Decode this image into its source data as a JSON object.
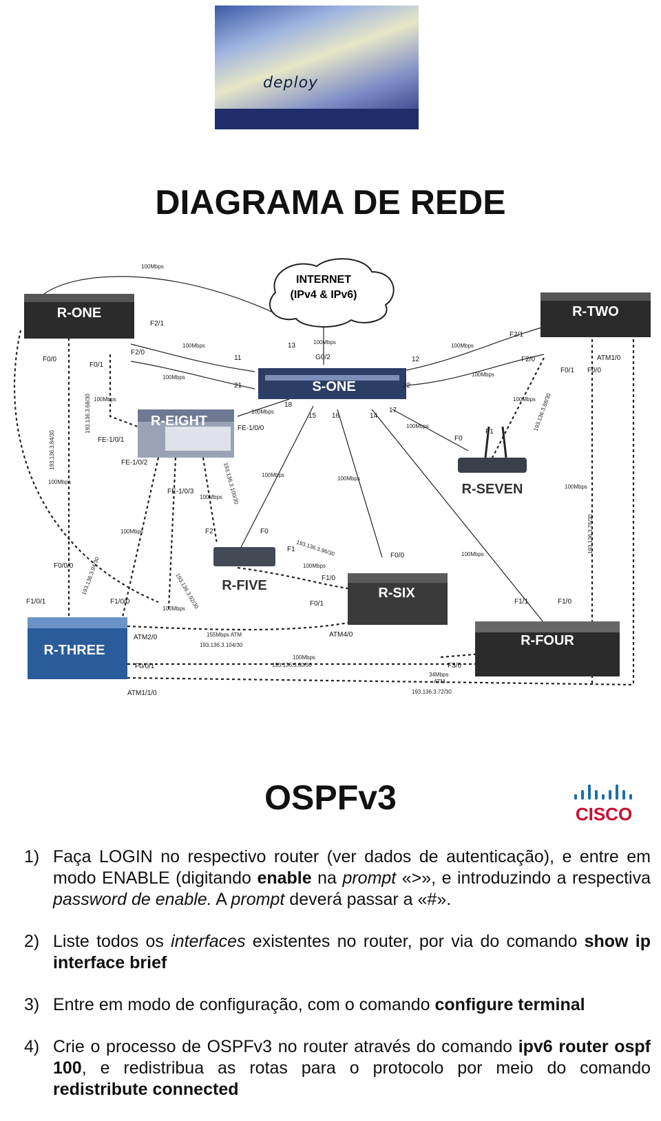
{
  "header": {
    "logo_text": "deploy"
  },
  "page_title": "DIAGRAMA DE REDE",
  "diagram": {
    "cloud": {
      "line1": "INTERNET",
      "line2": "(IPv4 & IPv6)"
    },
    "routers": {
      "r_one": "R-ONE",
      "r_two": "R-TWO",
      "r_three": "R-THREE",
      "r_four": "R-FOUR",
      "r_five": "R-FIVE",
      "r_six": "R-SIX",
      "r_seven": "R-SEVEN",
      "r_eight": "R-EIGHT",
      "s_one": "S-ONE"
    },
    "labels": {
      "l_100_top": "100Mbps",
      "f2_1_a": "F2/1",
      "f2_0_a": "F2/0",
      "l_100_a": "100Mbps",
      "p11": "11",
      "l_100_b": "100Mbps",
      "p21": "21",
      "p13": "13",
      "l_100_c": "100Mbps",
      "g0_2": "G0/2",
      "p12": "12",
      "p22": "22",
      "l_100_d": "100Mbps",
      "l_100_e": "100Mbps",
      "f2_1_b": "F2/1",
      "f2_0_b": "F2/0",
      "atm1_0": "ATM1/0",
      "f0_1_b": "F0/1",
      "f0_0_b": "F0/0",
      "f0_0_a": "F0/0",
      "f0_1_a": "F0/1",
      "net_68": "193.136.3.68/30",
      "net_84": "193.136.3.84/30",
      "l_100_f": "100Mbps",
      "fe_101": "FE-1/0/1",
      "p18": "18",
      "l_100_g": "100Mbps",
      "fe_100": "FE-1/0/0",
      "p15": "15",
      "p16": "16",
      "p14": "14",
      "p17": "17",
      "l_100_h": "100Mbps",
      "f0_r7": "F0",
      "f1_r7": "F1",
      "l_100_i": "100Mbps",
      "net_88": "193.136.3.88/30",
      "fe_102": "FE-1/0/2",
      "l_100_j": "100Mbps",
      "fe_103": "FE-1/0/3",
      "l_100_k": "100Mbps",
      "net_100": "193.136.3.100/30",
      "l_100_l": "100Mbps",
      "l_100_m": "100Mbps",
      "l_100_n": "100Mbps",
      "l_100_o": "100Mbps",
      "net_76": "193.136.3.76/30",
      "net_94": "193.136.3.94/30",
      "f2_r5": "F2",
      "f0_r5": "F0",
      "f1_r5": "F1",
      "net_96": "193.136.3.96/30",
      "l_100_p": "100Mbps",
      "f0_0_r6": "F0/0",
      "l_100_q": "100Mbps",
      "f0_0_0": "F0/0/0",
      "net_92": "193.136.3.92/30",
      "f1_0_r6": "F1/0",
      "f0_1_r6": "F0/1",
      "f1_0_1": "F1/0/1",
      "f1_0_0": "F1/0/0",
      "l_100_r": "100Mbps",
      "f1_1_r4": "F1/1",
      "f1_0_r4": "F1/0",
      "l_155": "155Mbps ATM",
      "atm2_0": "ATM2/0",
      "net_104": "193.136.3.104/30",
      "atm4_0": "ATM4/0",
      "l_100_s": "100Mbps",
      "f0_0_1": "F0/0/1",
      "net_80": "193.136.3.80/30",
      "f3_0": "F3/0",
      "l_34": "34Mbps",
      "l_atm": "ATM",
      "atm1_1_0": "ATM1/1/0",
      "net_72": "193.136.3.72/30"
    }
  },
  "section_title": "OSPFv3",
  "cisco_logo": {
    "text": "CISCO",
    "color": "#c8102e",
    "bars_color": "#1b6fa8"
  },
  "steps": [
    {
      "num": "1)",
      "p1": "Faça LOGIN no respectivo router (ver dados de autenticação), e entre em modo ENABLE (digitando ",
      "b1": "enable",
      "p2": " na ",
      "i1": "prompt",
      "p3": " «>», e introduzindo a respectiva ",
      "i2": "password de enable.",
      "p4": " A ",
      "i3": "prompt",
      "p5": " deverá passar a «#»."
    },
    {
      "num": "2)",
      "p1": "Liste todos os ",
      "i1": "interfaces",
      "p2": " existentes no router, por via do comando ",
      "b1": "show ip interface brief"
    },
    {
      "num": "3)",
      "p1": "Entre em modo de configuração, com o comando ",
      "b1": "configure terminal"
    },
    {
      "num": "4)",
      "p1": "Crie o processo de OSPFv3 no router através do comando ",
      "b1": "ipv6 router ospf 100",
      "p2": ", e redistribua as rotas para o protocolo por meio do comando ",
      "b2": "redistribute connected"
    }
  ]
}
